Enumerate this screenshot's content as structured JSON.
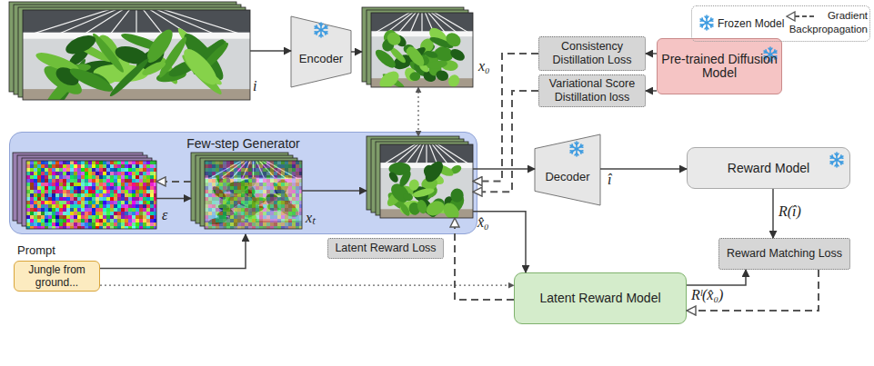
{
  "diagram": {
    "nodes": [
      {
        "text": [
          "i"
        ]
      },
      {
        "text": [
          "Encoder"
        ]
      },
      {
        "text": [
          "x₀"
        ]
      },
      {
        "text": [
          "Consistency Distillation Loss"
        ]
      },
      {
        "text": [
          "Pre-trained Diffusion Model"
        ]
      },
      {
        "text": [
          "Variational Score Distillation loss"
        ]
      },
      {
        "text": [
          "Few-step Generator"
        ]
      },
      {
        "text": [
          "ε"
        ],
        "in": 6
      },
      {
        "text": [
          "xₜ"
        ],
        "in": 6
      },
      {
        "text": [
          "x̂₀"
        ],
        "in": 6
      },
      {
        "text": [
          "Decoder"
        ]
      },
      {
        "text": [
          "Reward Model"
        ]
      },
      {
        "text": [
          "Prompt",
          "Jungle from ground..."
        ]
      },
      {
        "text": [
          "Latent Reward Loss"
        ]
      },
      {
        "text": [
          "Latent Reward Model"
        ]
      },
      {
        "text": [
          "Reward Matching Loss"
        ]
      }
    ],
    "edges": [
      {
        "from": 0,
        "to": 1,
        "arrow": "to"
      },
      {
        "from": 1,
        "to": 2,
        "arrow": "to"
      },
      {
        "from": 2,
        "to": 9,
        "arrow": "both"
      },
      {
        "from": 7,
        "to": 8,
        "arrow": "to"
      },
      {
        "from": 8,
        "to": 7,
        "arrow": "to"
      },
      {
        "from": 8,
        "to": 9,
        "arrow": "to"
      },
      {
        "from": 12,
        "to": 6,
        "arrow": "to"
      },
      {
        "from": 12,
        "to": 14,
        "arrow": "to"
      },
      {
        "from": 4,
        "to": 3,
        "arrow": "to"
      },
      {
        "from": 4,
        "to": 5,
        "arrow": "to"
      },
      {
        "from": 3,
        "to": 9,
        "arrow": "to"
      },
      {
        "from": 5,
        "to": 9,
        "arrow": "to"
      },
      {
        "from": 9,
        "to": 10,
        "arrow": "to"
      },
      {
        "from": 10,
        "to": 11,
        "label": "î",
        "arrow": "to"
      },
      {
        "from": 11,
        "to": 15,
        "label": "R(î)",
        "arrow": "to"
      },
      {
        "from": 9,
        "to": 14,
        "arrow": "to"
      },
      {
        "from": 14,
        "to": 15,
        "label": "Rˡ(x̂₀)",
        "arrow": "to"
      },
      {
        "from": 15,
        "to": 14,
        "arrow": "to"
      },
      {
        "from": 14,
        "to": 9,
        "arrow": "to"
      }
    ],
    "legend": [
      {
        "text": "Frozen Model"
      },
      {
        "text": "Gradient Backpropagation"
      }
    ]
  }
}
